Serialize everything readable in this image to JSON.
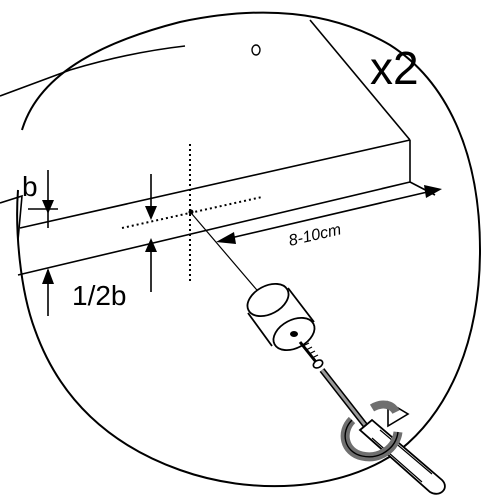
{
  "diagram": {
    "quantity_label": "x2",
    "thickness_label": "b",
    "half_thickness_label": "1/2b",
    "distance_label": "8-10cm"
  },
  "colors": {
    "line": "#000000",
    "background": "#ffffff",
    "tool_gray": "#9a9a9a",
    "accent_gray": "#6f6f6f"
  },
  "icons": [
    "screwdriver-icon",
    "rotation-arrow-icon",
    "screw-icon",
    "bumper-pad-icon",
    "hole-icon"
  ]
}
